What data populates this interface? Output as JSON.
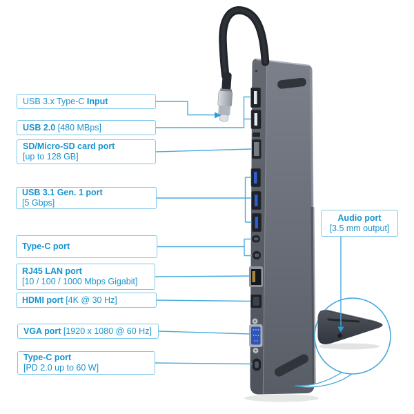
{
  "product_diagram": {
    "description_labels_total": 10,
    "colors": {
      "accent_blue_text": "#1793ce",
      "label_border_blue": "#7fc6e8",
      "leader_line_blue": "#49abdc",
      "device_gray": "#646973",
      "usb3_tab_blue": "#2e5fd0",
      "usb2_tab_white": "#e3e6ea",
      "vga_blue": "#2e54b8",
      "cable_black": "#212429",
      "background": "#ffffff"
    }
  },
  "callouts": [
    {
      "id": "usb-c-input",
      "pre": "USB 3.x Type-C ",
      "bold": "Input",
      "post": "",
      "line2": ""
    },
    {
      "id": "usb-2-0",
      "pre": "",
      "bold": "USB 2.0",
      "post": " [480 MBps]",
      "line2": ""
    },
    {
      "id": "sd-card",
      "pre": "",
      "bold": "SD/Micro-SD card port",
      "post": "",
      "line2": "[up to 128 GB]"
    },
    {
      "id": "usb-3-1",
      "pre": "",
      "bold": "USB 3.1 Gen. 1 port",
      "post": "",
      "line2": "[5 Gbps]"
    },
    {
      "id": "type-c",
      "pre": "",
      "bold": "Type-C port",
      "post": "",
      "line2": ""
    },
    {
      "id": "rj45",
      "pre": "",
      "bold": "RJ45 LAN port",
      "post": "",
      "line2": "[10 / 100 / 1000 Mbps Gigabit]"
    },
    {
      "id": "hdmi",
      "pre": "",
      "bold": "HDMI port",
      "post": " [4K @ 30 Hz]",
      "line2": ""
    },
    {
      "id": "vga",
      "pre": "",
      "bold": "VGA port",
      "post": " [1920 x 1080 @ 60 Hz]",
      "line2": ""
    },
    {
      "id": "type-c-pd",
      "pre": "",
      "bold": "Type-C port",
      "post": "",
      "line2": "[PD 2.0 up to 60 W]"
    },
    {
      "id": "audio",
      "pre": "",
      "bold": "Audio port",
      "post": "",
      "line2": "[3.5 mm output]"
    }
  ]
}
